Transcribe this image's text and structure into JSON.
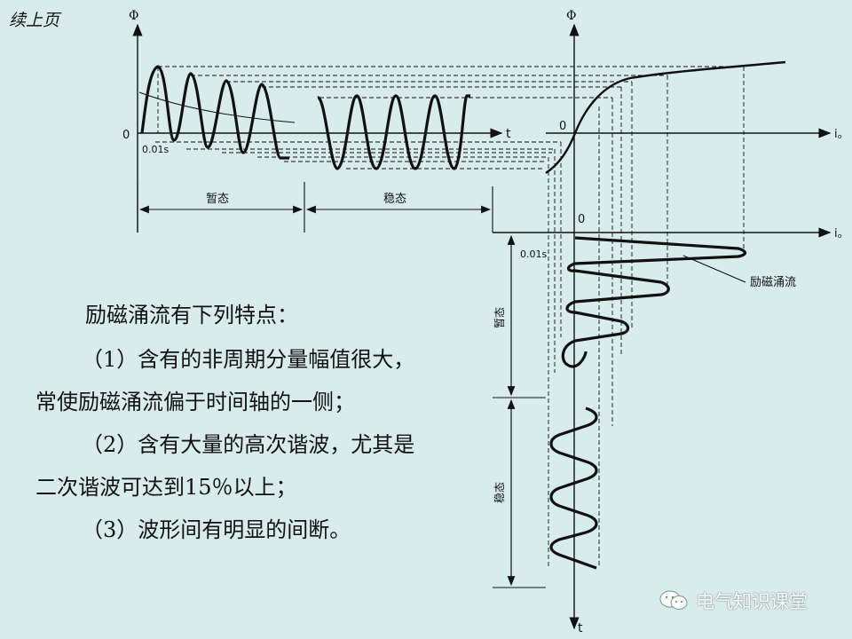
{
  "header": {
    "continued": "续上页"
  },
  "diagram": {
    "phi": "Φ",
    "t": "t",
    "i0": "i。",
    "zero": "0",
    "time_0_01s": "0.01s",
    "transient": "暂态",
    "steady": "稳态",
    "inrush": "励磁涌流"
  },
  "features": {
    "title": "励磁涌流有下列特点：",
    "item1_a": "（1）含有的非周期分量幅值很大，",
    "item1_b": "常使励磁涌流偏于时间轴的一侧；",
    "item2_a": "（2）含有大量的高次谐波，尤其是",
    "item2_b": "二次谐波可达到15％以上；",
    "item3": "（3）波形间有明显的间断。"
  },
  "watermark": {
    "text": "电气知识课堂"
  },
  "colors": {
    "background": "#d8ecec",
    "ink": "#111111"
  }
}
